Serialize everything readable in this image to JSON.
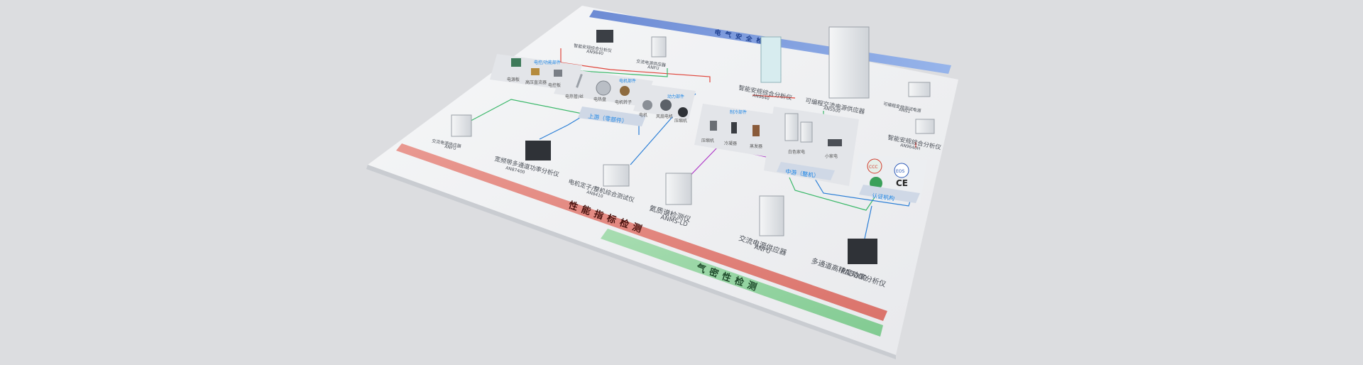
{
  "bands": {
    "electrical_safety": "电气安全检测",
    "performance": "性能指标检测",
    "airtight": "气密性检测"
  },
  "groups": {
    "upstream": "上游（零部件）",
    "midstream": "中游（整机）",
    "certification": "认证机构"
  },
  "categories": {
    "electronic_parts": "电控/功能部件",
    "motor_parts": "电机部件",
    "power_parts": "动力部件",
    "refrigeration_parts": "制冷部件"
  },
  "parts": {
    "p1": "电源板",
    "p2": "高压直流器",
    "p3": "电控板",
    "p4": "电热管/丝",
    "p5": "电热盘",
    "p6": "电机转子",
    "p7": "电机",
    "p8": "风扇电机",
    "p9": "压缩机",
    "p10": "压缩机",
    "p11": "冷凝器",
    "p12": "蒸发器",
    "p13": "白色家电",
    "p14": "小家电"
  },
  "instruments": {
    "smart_safety_top": {
      "name": "智能安规综合分析仪",
      "model": "AN9640"
    },
    "ac_source_top": {
      "name": "交流电源供应器",
      "model": "ANFU"
    },
    "smart_safety_mid": {
      "name": "智能安规综合分析仪",
      "model": "AN9640"
    },
    "programmable_ac": {
      "name": "可编程交流电源供应器",
      "model": "AN5000"
    },
    "variable_freq": {
      "name": "可编程变频测试电源",
      "model": "ANS1"
    },
    "smart_safety_right": {
      "name": "智能安规综合分析仪",
      "model": "AN9640H"
    },
    "ac_source_left": {
      "name": "交流电源供应器",
      "model": "ANFU"
    },
    "power_analyzer": {
      "name": "宽频带多通道功率分析仪",
      "model": "AN87400"
    },
    "motor_tester": {
      "name": "电机定子/整机综合测试仪",
      "model": "AN8410"
    },
    "helium_leak": {
      "name": "氦质谱检测仪",
      "model": "ANMS-LD"
    },
    "ac_source_bottom": {
      "name": "交流电源供应器",
      "model": "ANFU"
    },
    "multichannel": {
      "name": "多通道高精度功率分析仪",
      "model": "PA3000"
    }
  },
  "cert_marks": [
    "CCC",
    "EOS",
    "CE"
  ],
  "colors": {
    "background": "#dcdde0",
    "platform": "#f1f2f4",
    "blue_band": "#6b8fd6",
    "red_band": "#e07a72",
    "green_band": "#8bd29a",
    "line_blue": "#2a7ed6",
    "line_green": "#3bb86a",
    "line_red": "#e0463c",
    "line_purple": "#b03cc8",
    "accent_text": "#1d86e6"
  }
}
